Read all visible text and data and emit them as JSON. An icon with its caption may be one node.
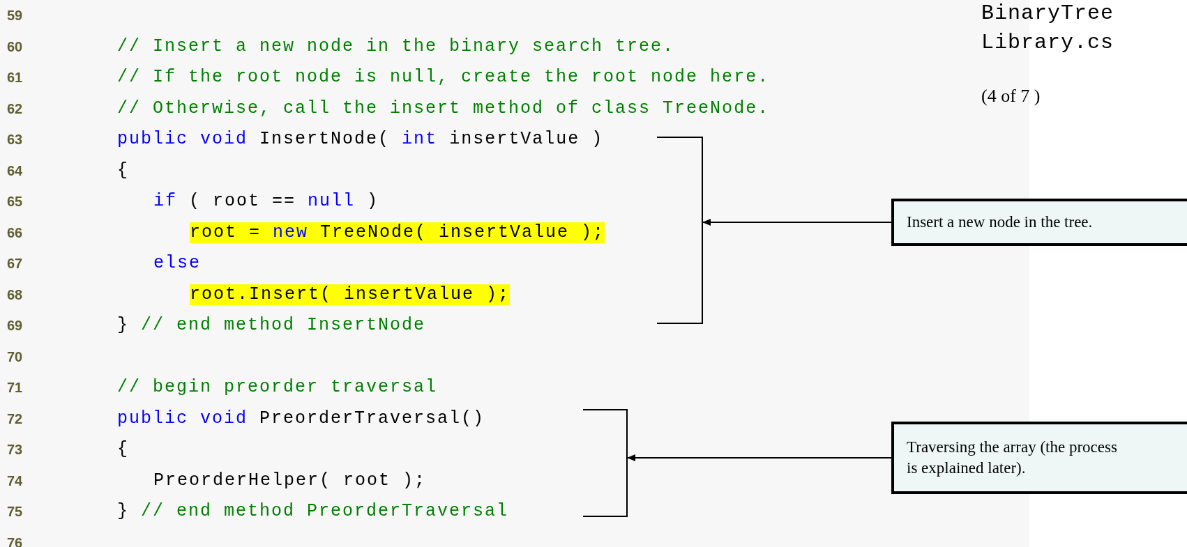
{
  "diagram": {
    "nodes": [
      {
        "text": [
          "Insert a new node in the tree."
        ]
      },
      {
        "text": [
          "Traversing the array (the process is explained later)."
        ]
      },
      {
        "text": [],
        "shape": "bracket"
      },
      {
        "text": [],
        "shape": "bracket"
      }
    ],
    "edges": [
      {
        "from": 0,
        "to": 2,
        "arrow": "to"
      },
      {
        "from": 1,
        "to": 3,
        "arrow": "to"
      }
    ],
    "labels": [
      "BinaryTree Library.cs",
      "(4 of 7 )",
      "59",
      "60",
      "// Insert a new node in the binary search tree.",
      "61",
      "// If the root node is null, create the root node here.",
      "62",
      "// Otherwise, call the insert method of class TreeNode.",
      "63",
      "public void",
      "InsertNode(",
      "int",
      "insertValue )",
      "64",
      "{",
      "65",
      "if",
      "( root ==",
      "null",
      ")",
      "66",
      "root =",
      "new",
      "TreeNode( insertValue );",
      "67",
      "else",
      "68",
      "root.Insert( insertValue );",
      "69",
      "}",
      "// end method InsertNode",
      "70",
      "71",
      "// begin preorder traversal",
      "72",
      "public void",
      "PreorderTraversal()",
      "73",
      "{",
      "74",
      "PreorderHelper( root );",
      "75",
      "}",
      "// end method PreorderTraversal",
      "76"
    ]
  }
}
